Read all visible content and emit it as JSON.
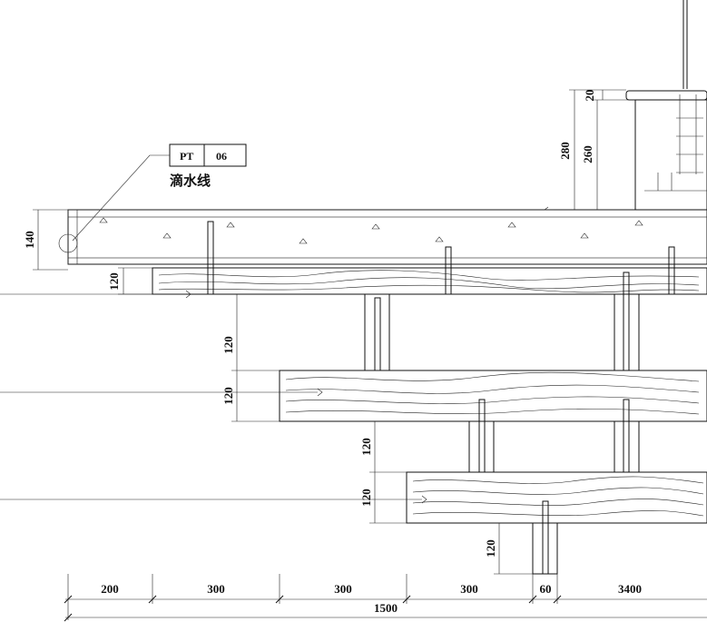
{
  "callout": {
    "code": "PT",
    "number": "06",
    "note": "滴水线"
  },
  "dimensions": {
    "slab_thickness": "140",
    "curb_total": "280",
    "curb_body": "260",
    "curb_cap": "20",
    "board_1": "120",
    "gap_1": "120",
    "board_2": "120",
    "gap_2": "120",
    "board_3": "120",
    "gap_3": "120"
  },
  "bottom_dims": {
    "segments": [
      "200",
      "300",
      "300",
      "300",
      "60",
      "3400"
    ],
    "total": "1500"
  },
  "colors": {
    "line": "#111111",
    "hatch": "#333333",
    "background": "#ffffff"
  }
}
